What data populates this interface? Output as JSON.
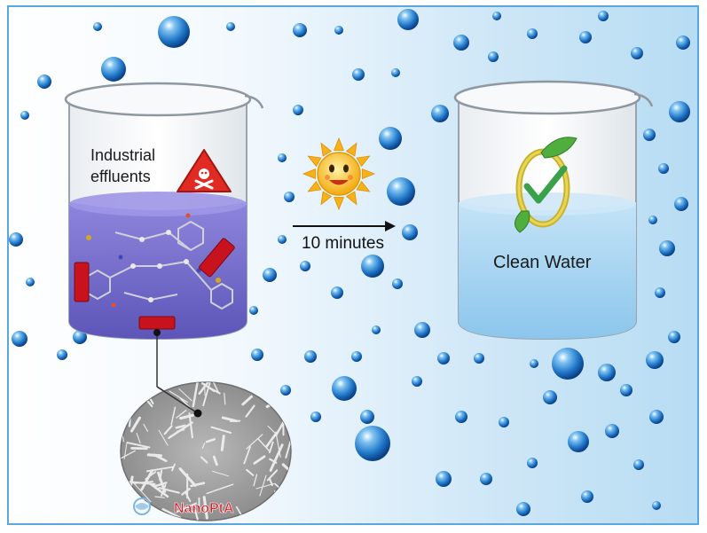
{
  "left_beaker": {
    "label_line1": "Industrial",
    "label_line2": "effluents",
    "hazard_icon": "skull-crossbones-warning-icon"
  },
  "process": {
    "condition_icon": "smiling-sun-icon",
    "time_label": "10 minutes"
  },
  "right_beaker": {
    "label": "Clean Water",
    "badge_icon": "green-check-leaf-icon"
  },
  "catalyst": {
    "name": "NanoPtA",
    "image": "sem-micrograph-nanorods"
  },
  "colors": {
    "frame_border": "#5aa7e0",
    "effluent_liquid": "#6b63c4",
    "clean_water": "#a9d4f0",
    "catalyst_red": "#c8121d",
    "catalyst_label": "#d0202a",
    "check_green": "#3aa14a"
  }
}
